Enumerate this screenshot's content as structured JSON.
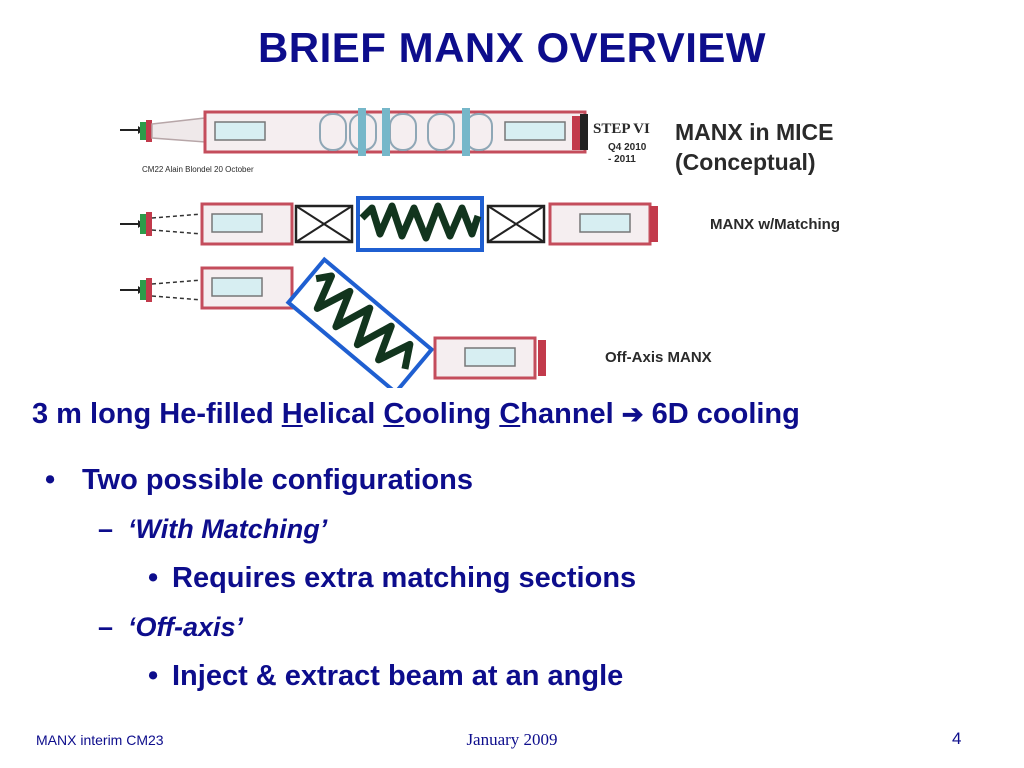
{
  "slide": {
    "title": "BRIEF MANX OVERVIEW",
    "figure": {
      "step_label": "STEP VI",
      "date_line1": "Q4 2010",
      "date_line2": "- 2011",
      "credit": "CM22 Alain Blondel  20 October",
      "manx_mice_line1": "MANX in MICE",
      "manx_mice_line2": "(Conceptual)",
      "matching_label": "MANX w/Matching",
      "offaxis_label": "Off-Axis MANX"
    },
    "subtitle": {
      "part1": "3 m long He-filled ",
      "h": "H",
      "part2": "elical ",
      "c1": "C",
      "part3": "ooling ",
      "c2": "C",
      "part4": "hannel ",
      "arrow": "➔",
      "part5": " 6D cooling"
    },
    "bullets": {
      "b1_marker": "•",
      "b1": "Two possible configurations",
      "b2_marker": "–",
      "b2": "‘With Matching’",
      "b3_marker": "•",
      "b3": "Requires extra matching sections",
      "b4_marker": "–",
      "b4": "‘Off-axis’",
      "b5_marker": "•",
      "b5": "Inject & extract beam at an angle"
    },
    "footer": {
      "left": "MANX interim CM23",
      "center": "January 2009",
      "page_number": "4"
    }
  }
}
